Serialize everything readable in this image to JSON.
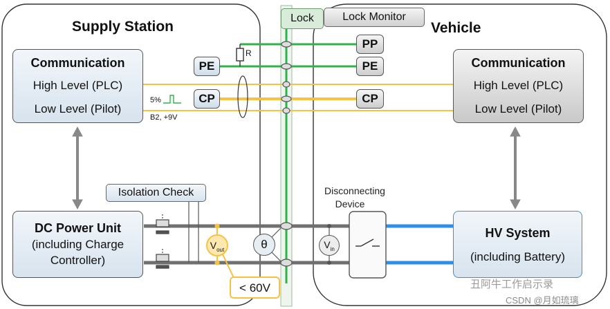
{
  "lock": {
    "label": "Lock",
    "monitor": "Lock Monitor"
  },
  "supply_station": {
    "title": "Supply Station",
    "communication": {
      "title": "Communication",
      "high": "High Level (PLC)",
      "low": "Low Level (Pilot)"
    },
    "dc_power": {
      "line1": "DC Power Unit",
      "line2": "(including Charge",
      "line3": "Controller)"
    },
    "isolation_check": "Isolation Check",
    "resistor": "R",
    "pwm": "5%",
    "state": "B2, +9V",
    "v_out": {
      "main": "V",
      "sub": "out"
    },
    "theta": "θ",
    "voltage_limit": "< 60V"
  },
  "vehicle": {
    "title": "Vehicle",
    "communication": {
      "title": "Communication",
      "high": "High Level (PLC)",
      "low": "Low Level (Pilot)"
    },
    "hv_system": {
      "line1": "HV System",
      "line2": "(including Battery)"
    },
    "disconnect": {
      "line1": "Disconnecting",
      "line2": "Device"
    },
    "v_in": {
      "main": "V",
      "sub": "in"
    }
  },
  "connector": {
    "supply_pins": [
      "PE",
      "CP"
    ],
    "vehicle_pins": [
      "PP",
      "PE",
      "CP"
    ]
  },
  "watermark": {
    "line1": "丑阿牛工作启示录",
    "line2": "CSDN @月如琉璃"
  },
  "colors": {
    "plc_line": "#f5c242",
    "pe_line": "#2db34a",
    "hv_line": "#2f8fe8",
    "dc_line": "#707070"
  }
}
